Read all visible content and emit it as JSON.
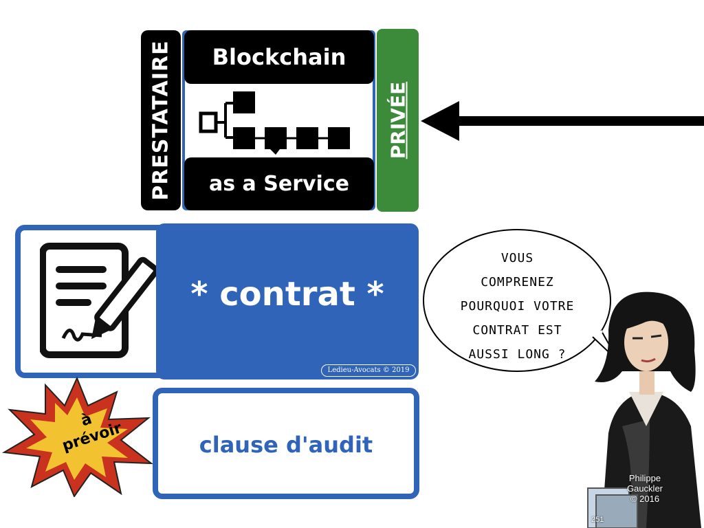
{
  "blockchain": {
    "side_label": "PRESTATAIRE",
    "title_top": "Blockchain",
    "title_bottom": "as a Service",
    "privacy_label": "PRIVÉE",
    "icon": "blockchain-diagram-icon"
  },
  "contract": {
    "icon": "signed-document-icon",
    "title": "* contrat *",
    "credit": "Ledieu-Avocats © 2019"
  },
  "audit": {
    "burst_line1": "à",
    "burst_line2": "prévoir",
    "label": "clause d'audit"
  },
  "bubble": {
    "lines": [
      "VOUS",
      "COMPRENEZ",
      "POURQUOI VOTRE",
      "CONTRAT EST",
      "AUSSI LONG ?"
    ]
  },
  "figure_credit": {
    "line1": "Philippe",
    "line2": "Gauckler",
    "line3": "© 2016"
  },
  "page_number": "251",
  "colors": {
    "blue": "#2f64b8",
    "green": "#3c8b3a",
    "black": "#000000",
    "burst_red": "#c8321e",
    "burst_yellow": "#f2c230"
  }
}
